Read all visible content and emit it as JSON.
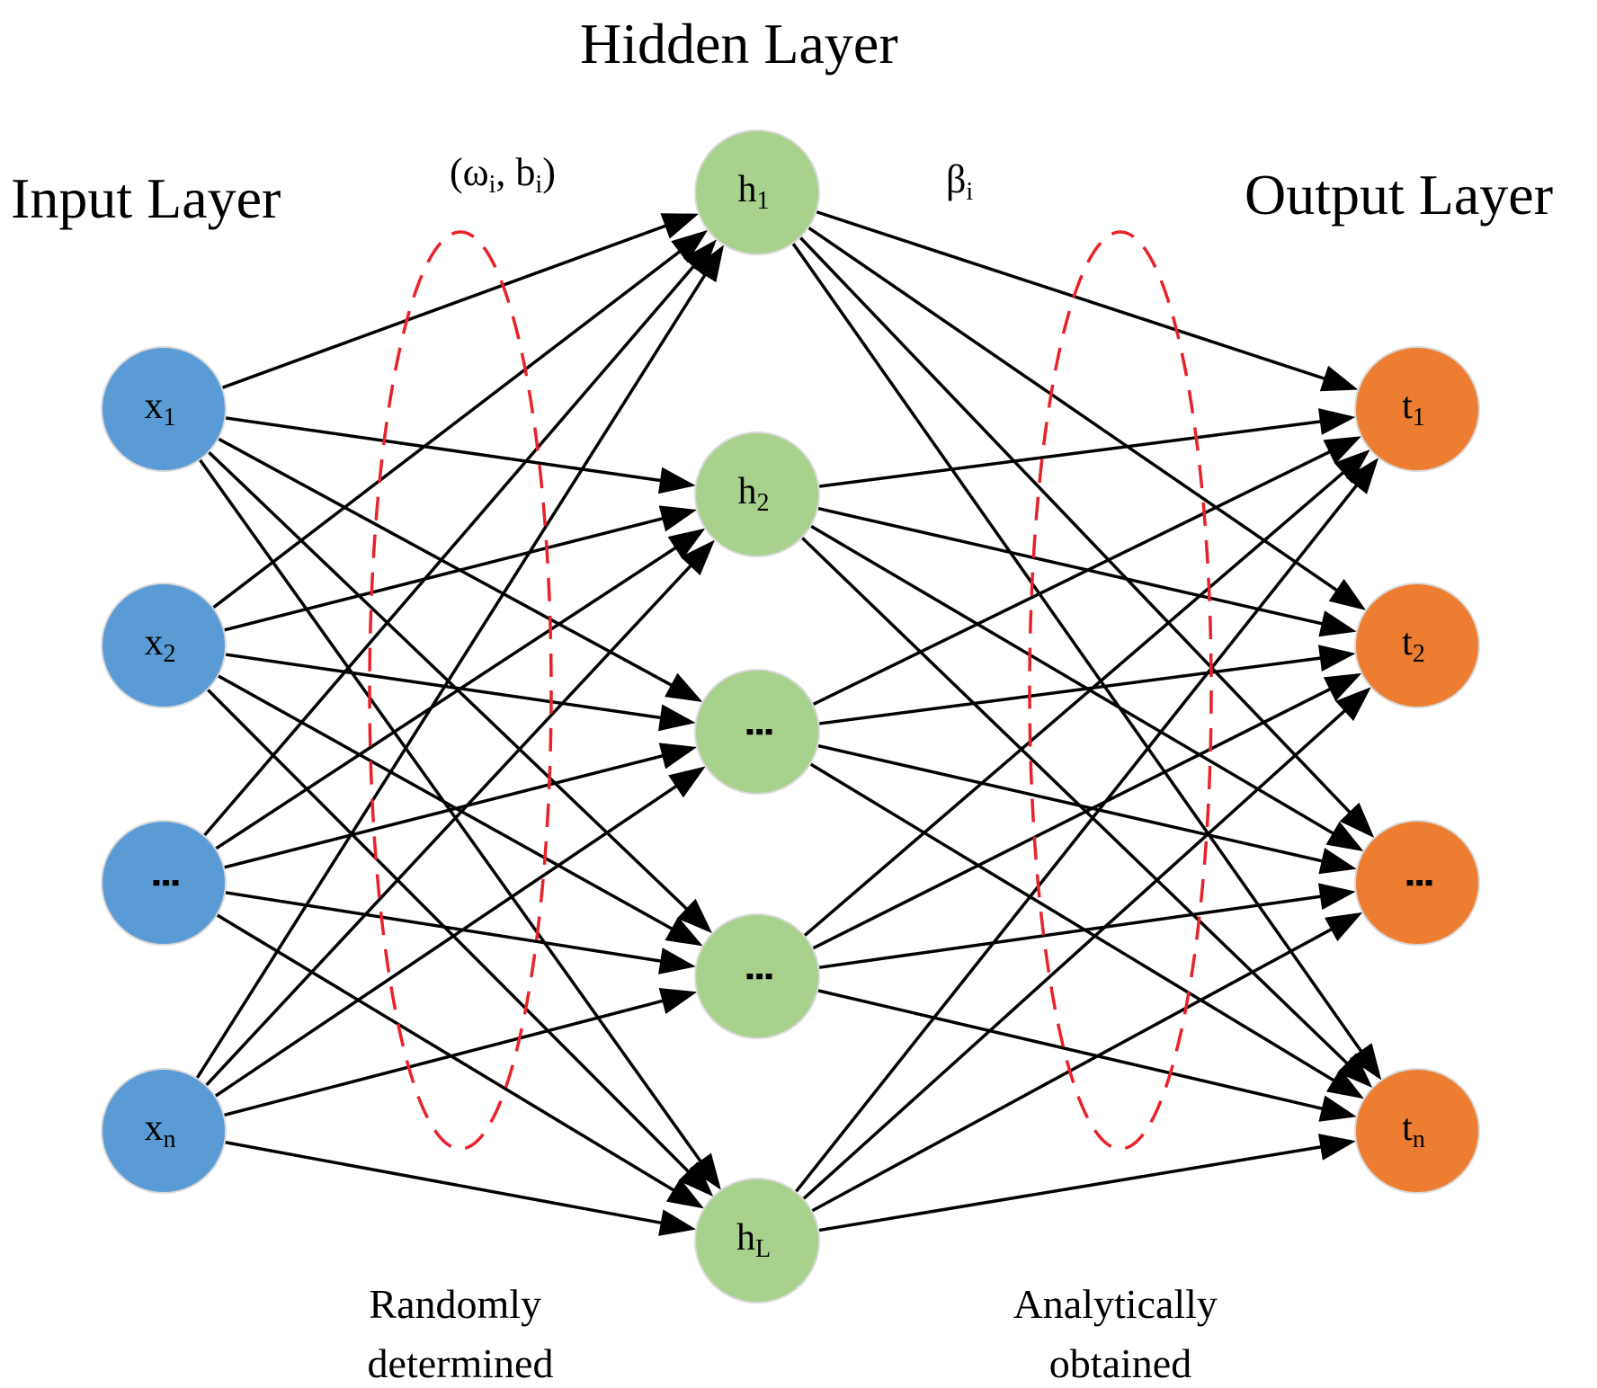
{
  "titles": {
    "input": "Input Layer",
    "hidden": "Hidden Layer",
    "output": "Output Layer"
  },
  "params": {
    "input_to_hidden": {
      "open": "(ω",
      "sub1": "i",
      "mid": ", b",
      "sub2": "i",
      "close": ")"
    },
    "hidden_to_output": {
      "main": "β",
      "sub": "i"
    }
  },
  "notes": {
    "random": {
      "line1": "Randomly",
      "line2": "determined"
    },
    "analytic": {
      "line1": "Analytically",
      "line2": "obtained"
    }
  },
  "colors": {
    "input_node": "#5b9bd5",
    "hidden_node": "#a9d18e",
    "output_node": "#ed7d31",
    "edge": "#000000",
    "dashed_ellipse": "#e8222a"
  },
  "input_nodes": [
    {
      "main": "x",
      "sub": "1",
      "ellipsis": false
    },
    {
      "main": "x",
      "sub": "2",
      "ellipsis": false
    },
    {
      "main": "",
      "sub": "",
      "ellipsis": true
    },
    {
      "main": "x",
      "sub": "n",
      "ellipsis": false
    }
  ],
  "hidden_nodes": [
    {
      "main": "h",
      "sub": "1",
      "ellipsis": false
    },
    {
      "main": "h",
      "sub": "2",
      "ellipsis": false
    },
    {
      "main": "",
      "sub": "",
      "ellipsis": true
    },
    {
      "main": "",
      "sub": "",
      "ellipsis": true
    },
    {
      "main": "h",
      "sub": "L",
      "ellipsis": false
    }
  ],
  "output_nodes": [
    {
      "main": "t",
      "sub": "1",
      "ellipsis": false
    },
    {
      "main": "t",
      "sub": "2",
      "ellipsis": false
    },
    {
      "main": "",
      "sub": "",
      "ellipsis": true
    },
    {
      "main": "t",
      "sub": "n",
      "ellipsis": false
    }
  ]
}
